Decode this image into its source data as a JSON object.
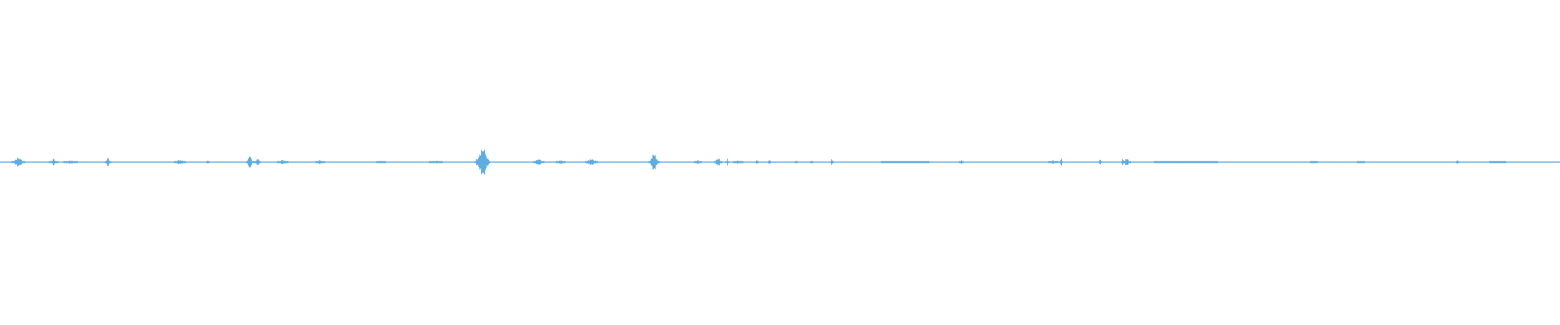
{
  "waveform": {
    "color": "#5DADE2",
    "background": "#FFFFFF",
    "baseline_amplitude": 0.004,
    "bursts": [
      {
        "t": 0.0115,
        "amp": 0.03,
        "dur": 0.008
      },
      {
        "t": 0.034,
        "amp": 0.02,
        "dur": 0.005
      },
      {
        "t": 0.045,
        "amp": 0.012,
        "dur": 0.008
      },
      {
        "t": 0.069,
        "amp": 0.03,
        "dur": 0.003
      },
      {
        "t": 0.115,
        "amp": 0.015,
        "dur": 0.007
      },
      {
        "t": 0.133,
        "amp": 0.02,
        "dur": 0.001
      },
      {
        "t": 0.16,
        "amp": 0.04,
        "dur": 0.004
      },
      {
        "t": 0.165,
        "amp": 0.025,
        "dur": 0.003
      },
      {
        "t": 0.181,
        "amp": 0.015,
        "dur": 0.006
      },
      {
        "t": 0.205,
        "amp": 0.015,
        "dur": 0.005
      },
      {
        "t": 0.244,
        "amp": 0.01,
        "dur": 0.005
      },
      {
        "t": 0.279,
        "amp": 0.01,
        "dur": 0.008
      },
      {
        "t": 0.309,
        "amp": 0.1,
        "dur": 0.009
      },
      {
        "t": 0.345,
        "amp": 0.02,
        "dur": 0.006
      },
      {
        "t": 0.359,
        "amp": 0.012,
        "dur": 0.005
      },
      {
        "t": 0.379,
        "amp": 0.025,
        "dur": 0.007
      },
      {
        "t": 0.419,
        "amp": 0.055,
        "dur": 0.006
      },
      {
        "t": 0.447,
        "amp": 0.015,
        "dur": 0.004
      },
      {
        "t": 0.46,
        "amp": 0.03,
        "dur": 0.004
      },
      {
        "t": 0.461,
        "amp": 0.045,
        "dur": 0.001
      },
      {
        "t": 0.466,
        "amp": 0.03,
        "dur": 0.001
      },
      {
        "t": 0.473,
        "amp": 0.01,
        "dur": 0.006
      },
      {
        "t": 0.485,
        "amp": 0.02,
        "dur": 0.001
      },
      {
        "t": 0.493,
        "amp": 0.02,
        "dur": 0.001
      },
      {
        "t": 0.51,
        "amp": 0.012,
        "dur": 0.001
      },
      {
        "t": 0.52,
        "amp": 0.01,
        "dur": 0.001
      },
      {
        "t": 0.533,
        "amp": 0.03,
        "dur": 0.001
      },
      {
        "t": 0.58,
        "amp": 0.006,
        "dur": 0.03
      },
      {
        "t": 0.616,
        "amp": 0.015,
        "dur": 0.002
      },
      {
        "t": 0.675,
        "amp": 0.012,
        "dur": 0.006
      },
      {
        "t": 0.68,
        "amp": 0.04,
        "dur": 0.001
      },
      {
        "t": 0.705,
        "amp": 0.04,
        "dur": 0.001
      },
      {
        "t": 0.7195,
        "amp": 0.045,
        "dur": 0.001
      },
      {
        "t": 0.722,
        "amp": 0.025,
        "dur": 0.004
      },
      {
        "t": 0.76,
        "amp": 0.005,
        "dur": 0.04
      },
      {
        "t": 0.842,
        "amp": 0.008,
        "dur": 0.004
      },
      {
        "t": 0.872,
        "amp": 0.006,
        "dur": 0.004
      },
      {
        "t": 0.934,
        "amp": 0.015,
        "dur": 0.001
      },
      {
        "t": 0.96,
        "amp": 0.006,
        "dur": 0.01
      }
    ]
  }
}
